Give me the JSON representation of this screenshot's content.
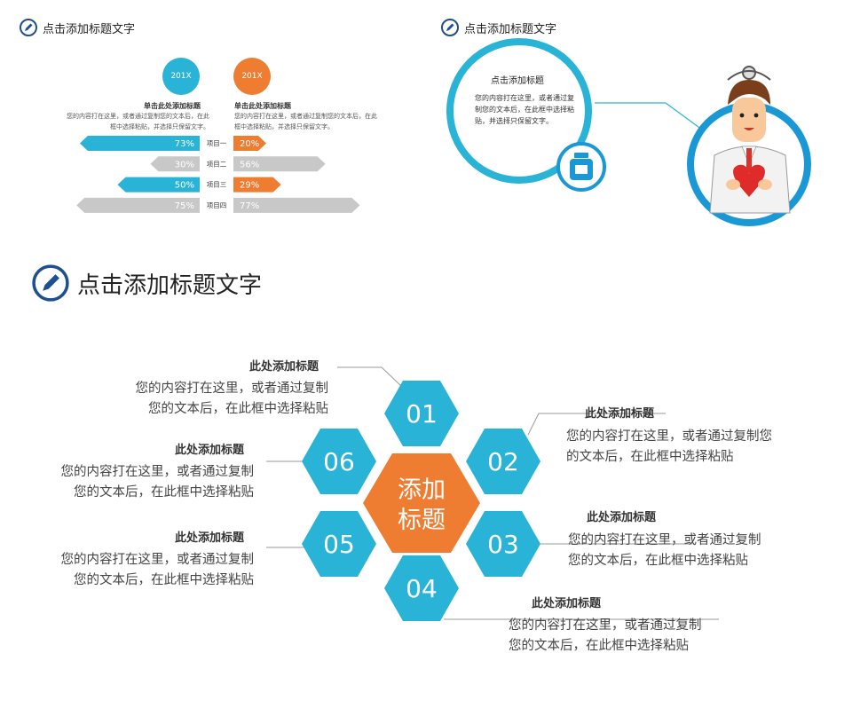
{
  "section1": {
    "title": "点击添加标题文字"
  },
  "section2": {
    "title": "点击添加标题文字",
    "circle_heading": "点击添加标题",
    "circle_body": "您的内容打在这里，或者通过复制您的文本后，在此框中选择粘贴，并选择只保留文字。"
  },
  "section3": {
    "title": "点击添加标题文字",
    "center_label": [
      "添加",
      "标题"
    ],
    "hexes": [
      "01",
      "02",
      "03",
      "04",
      "05",
      "06"
    ],
    "points": [
      {
        "heading": "此处添加标题",
        "lines": [
          "您的内容打在这里，或者通过复制",
          "您的文本后，在此框中选择粘贴"
        ]
      },
      {
        "heading": "此处添加标题",
        "lines": [
          "您的内容打在这里，或者通过复制您",
          "的文本后，在此框中选择粘贴"
        ]
      },
      {
        "heading": "此处添加标题",
        "lines": [
          "您的内容打在这里，或者通过复制",
          "您的文本后，在此框中选择粘贴"
        ]
      },
      {
        "heading": "此处添加标题",
        "lines": [
          "您的内容打在这里，或者通过复制",
          "您的文本后，在此框中选择粘贴"
        ]
      },
      {
        "heading": "此处添加标题",
        "lines": [
          "您的内容打在这里，或者通过复制",
          "您的文本后，在此框中选择粘贴"
        ]
      },
      {
        "heading": "此处添加标题",
        "lines": [
          "您的内容打在这里，或者通过复制",
          "您的文本后，在此框中选择粘贴"
        ]
      }
    ]
  },
  "chart_data": {
    "type": "bar",
    "categories": [
      "项目一",
      "项目二",
      "项目三",
      "项目四"
    ],
    "series": [
      {
        "name": "201X",
        "values": [
          73,
          30,
          50,
          75
        ],
        "color": "#29b3d6",
        "alt_color": "#c8c8c8"
      },
      {
        "name": "201X",
        "values": [
          20,
          56,
          29,
          77
        ],
        "color": "#ee7d31",
        "alt_color": "#c8c8c8"
      }
    ],
    "value_labels": [
      [
        "73%",
        "30%",
        "50%",
        "75%"
      ],
      [
        "20%",
        "56%",
        "29%",
        "77%"
      ]
    ],
    "left_heading": "单击此处添加标题",
    "left_body": [
      "您的内容打在这里，或者通过复制您的文本后，在此",
      "框中选择粘贴，并选择只保留文字。"
    ],
    "right_heading": "单击此处添加标题",
    "right_body": [
      "您的内容打在这里，或者通过复制您的文本后，在此",
      "框中选择粘贴，并选择只保留文字。"
    ]
  },
  "colors": {
    "blue": "#29b3d6",
    "orange": "#ee7d31",
    "gray": "#c8c8c8",
    "navy": "#1d4f91"
  },
  "icons": [
    "pencil-icon",
    "medicine-bottle-icon",
    "doctor-illustration"
  ]
}
